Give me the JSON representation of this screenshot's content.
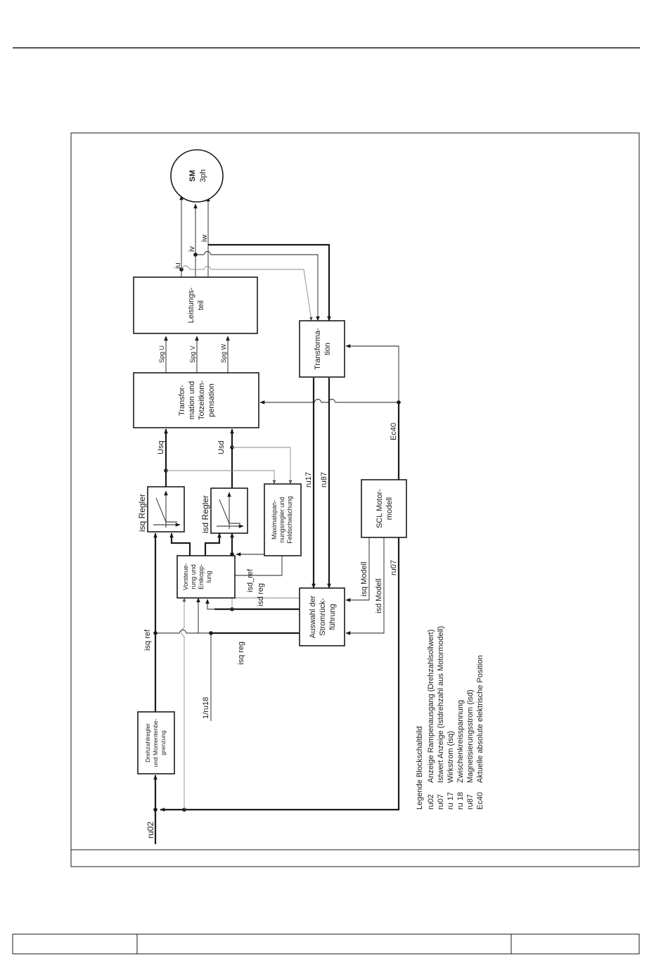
{
  "diagram": {
    "blocks": {
      "motor": {
        "title": "SM",
        "sub": "3ph"
      },
      "power": [
        "Leistungs-",
        "teil"
      ],
      "transform_top": [
        "Transforma-",
        "tion"
      ],
      "transform_comp": [
        "Transfor-",
        "mation und",
        "Totzeitkom-",
        "pensation"
      ],
      "isq_regler": "isq Regler",
      "isd_regler": "isd Regler",
      "maxspan": [
        "Maximalspan-",
        "nungsregler und",
        "Feldschwächung"
      ],
      "scl": [
        "SCL Motor-",
        "modell"
      ],
      "vorsteuerung": [
        "Vorsteue-",
        "rung und",
        "Entkopp-",
        "lung"
      ],
      "auswahl": [
        "Auswahl der",
        "Stromrück-",
        "führung"
      ],
      "drehzahl": [
        "Drehzahlregler",
        "und Momentenbe-",
        "grenzung"
      ]
    },
    "signals": {
      "iu": "iu",
      "iv": "iv",
      "iw": "iw",
      "spg_u": "Spg U",
      "spg_v": "Spg V",
      "spg_w": "Spg W",
      "usq": "Usq",
      "usd": "Usd",
      "ru17": "ru17",
      "ru87": "ru87",
      "ec40": "Ec40",
      "isd_ref": "isd_ref",
      "isd_reg": "isd reg",
      "isq_ref": "isq ref",
      "isq_reg": "isq reg",
      "isq_modell": "isq Modell",
      "isd_modell": "isd Modell",
      "ru07": "ru07",
      "ru18": "1/ru18",
      "ru02": "ru02"
    },
    "legend": {
      "title": "Legende Blockschaltbild",
      "items": [
        {
          "code": "ru02",
          "desc": "Anzeige Rampenausgang (Drehzahlsollwert)"
        },
        {
          "code": "ru07",
          "desc": "Istwert Anzeige (Istdrehzahl aus Motormodell)"
        },
        {
          "code": "ru 17",
          "desc": "Wirkstrom (isq)"
        },
        {
          "code": "ru 18",
          "desc": "Zwischenkreisspannung"
        },
        {
          "code": "ru87",
          "desc": "Magnetisierungsstrom (isd)"
        },
        {
          "code": "Ec40",
          "desc": "Aktuelle absolute elektrische Position"
        }
      ]
    }
  }
}
